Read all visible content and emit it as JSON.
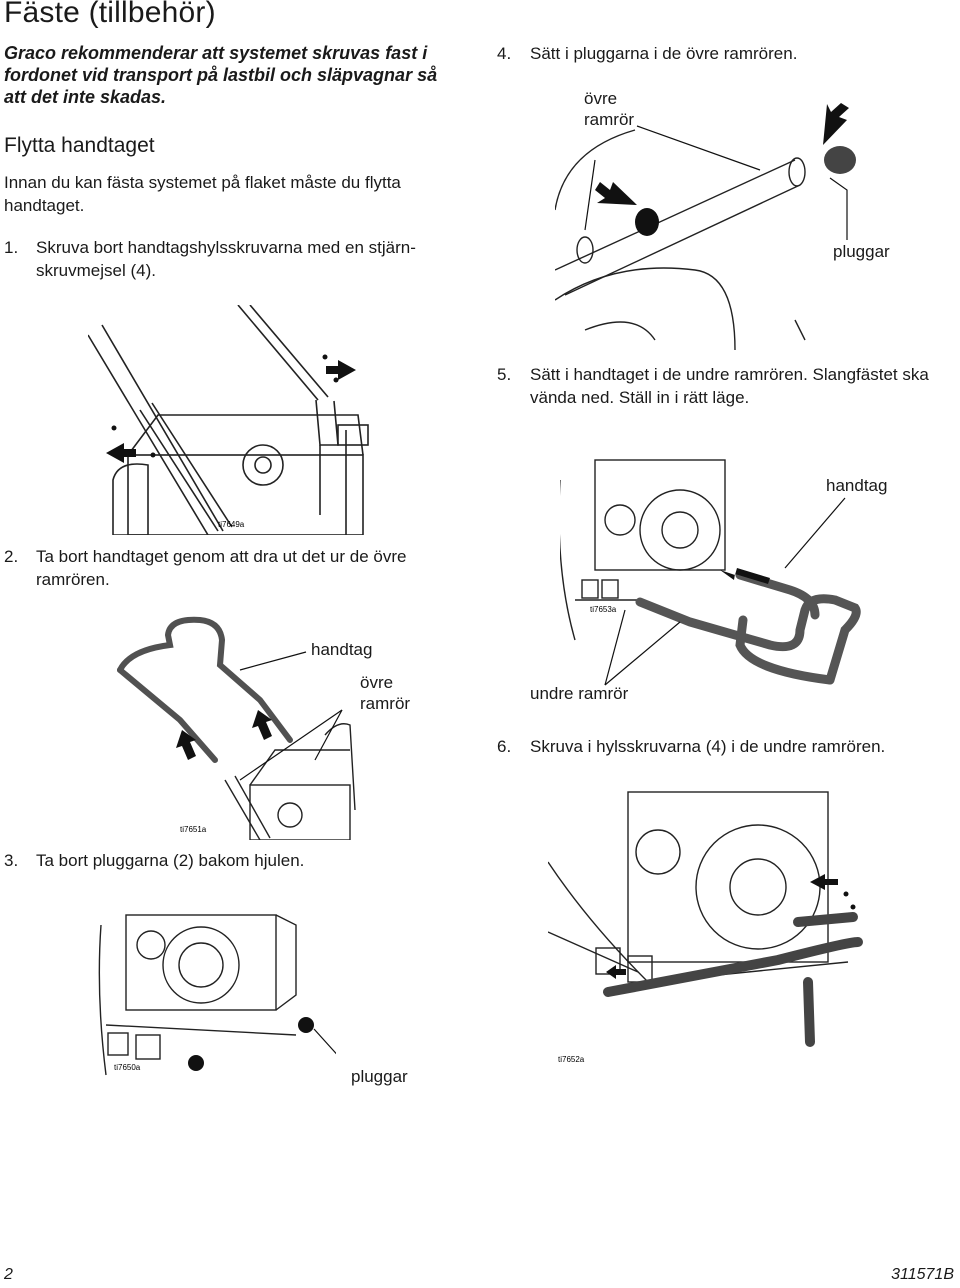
{
  "page": {
    "title": "Fäste (tillbehör)",
    "note": "Graco rekommenderar att systemet skruvas fast i fordonet vid transport på lastbil och släpvagnar så att det inte skadas.",
    "section_heading": "Flytta handtaget",
    "intro": "Innan du kan fästa systemet på flaket måste du flytta handtaget.",
    "page_number": "2",
    "doc_number": "311571B"
  },
  "steps": [
    {
      "num": "1.",
      "text": "Skruva bort handtagshylsskruvarna med en stjärn-skruvmejsel (4)."
    },
    {
      "num": "2.",
      "text": "Ta bort handtaget genom att dra ut det ur de övre ramrören."
    },
    {
      "num": "3.",
      "text": "Ta bort pluggarna (2) bakom hjulen."
    },
    {
      "num": "4.",
      "text": "Sätt i pluggarna i de övre ramrören."
    },
    {
      "num": "5.",
      "text": "Sätt i handtaget i de undre ramrören. Slangfästet ska vända ned. Ställ in i rätt läge."
    },
    {
      "num": "6.",
      "text": "Skruva i hylsskruvarna (4) i de undre ramrören."
    }
  ],
  "figures": {
    "fig1": {
      "ref": "ti7649a"
    },
    "fig2": {
      "ref": "ti7651a",
      "label_handle": "handtag",
      "label_upper_line1": "övre",
      "label_upper_line2": "ramrör"
    },
    "fig3": {
      "ref": "ti7650a",
      "label_plugs": "pluggar"
    },
    "fig4": {
      "label_upper_line1": "övre",
      "label_upper_line2": "ramrör",
      "label_plugs": "pluggar"
    },
    "fig5": {
      "ref": "ti7653a",
      "label_handle": "handtag",
      "label_lower": "undre ramrör"
    },
    "fig6": {
      "ref": "ti7652a"
    }
  }
}
